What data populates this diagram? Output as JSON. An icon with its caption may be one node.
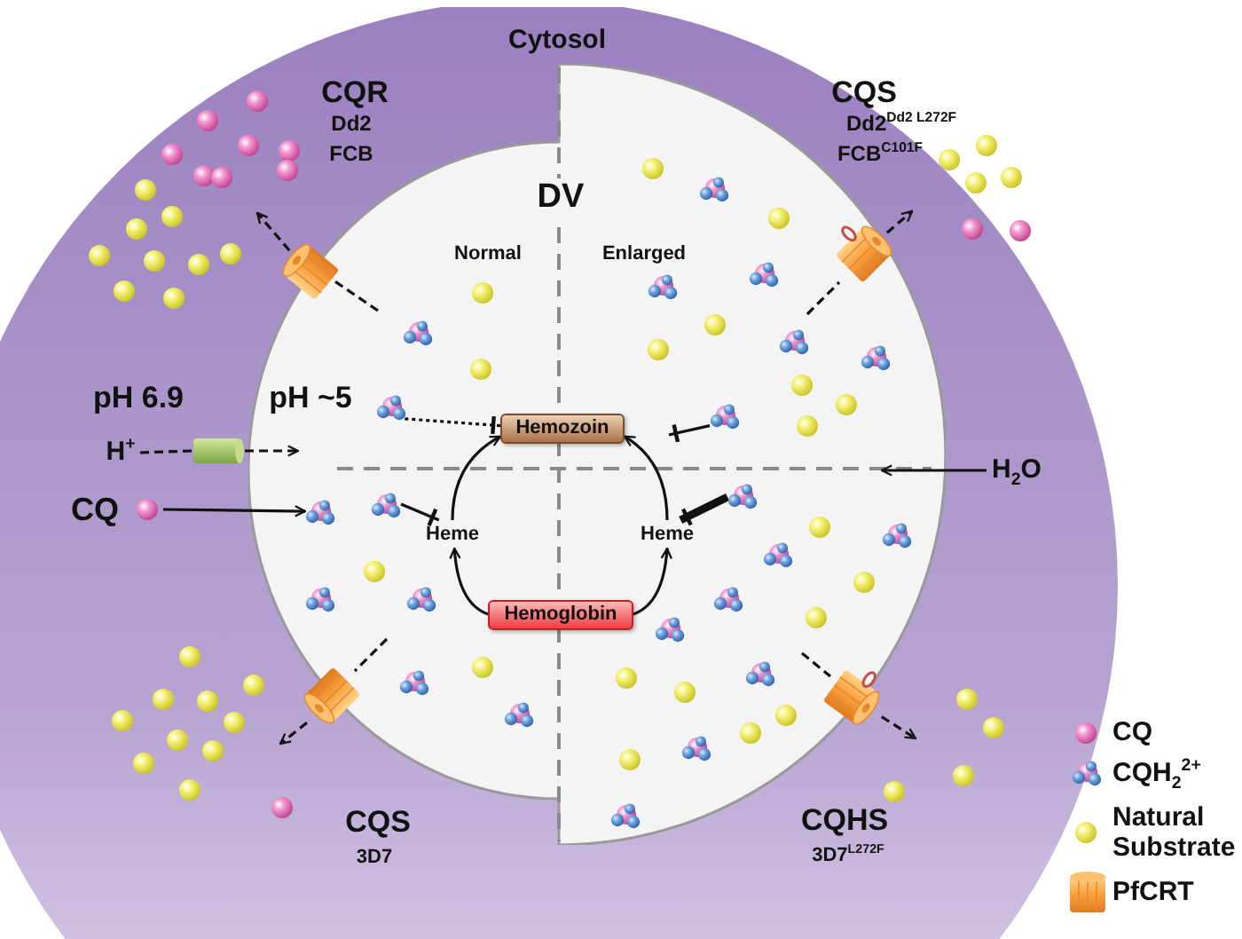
{
  "diagram": {
    "nodes": [
      {
        "text": [
          "Cytosol"
        ]
      },
      {
        "text": [
          "DV"
        ],
        "in": 0
      },
      {
        "text": [
          "Hemozoin"
        ],
        "in": 1
      },
      {
        "text": [
          "Hemoglobin"
        ],
        "in": 1
      },
      {
        "text": [
          "Heme"
        ],
        "in": 1
      },
      {
        "text": [
          "Heme"
        ],
        "in": 1
      },
      {
        "text": [
          "CQ"
        ],
        "in": 0
      },
      {
        "text": [],
        "shape": "picture",
        "in": 1
      },
      {
        "text": [
          "H$^{+}$"
        ],
        "in": 0
      },
      {
        "text": [],
        "shape": "cylinder",
        "in": 0
      },
      {
        "text": [
          "H$_{2}$O"
        ],
        "in": 0
      },
      {
        "text": [],
        "shape": "picture",
        "in": 1
      },
      {
        "text": [],
        "shape": "picture",
        "in": 1
      },
      {
        "text": [],
        "shape": "picture",
        "in": 1
      },
      {
        "text": [],
        "shape": "picture",
        "in": 1
      },
      {
        "text": [],
        "shape": "picture",
        "in": 1
      },
      {
        "text": [],
        "shape": "picture",
        "in": 1
      },
      {
        "text": [],
        "shape": "picture",
        "in": 1
      },
      {
        "text": [],
        "shape": "picture",
        "in": 1
      }
    ],
    "edges": [
      {
        "from": 3,
        "to": 4,
        "arrow": "to"
      },
      {
        "from": 3,
        "to": 5,
        "arrow": "to"
      },
      {
        "from": 4,
        "to": 2,
        "arrow": "to"
      },
      {
        "from": 5,
        "to": 2,
        "arrow": "to"
      },
      {
        "from": 6,
        "to": 7,
        "arrow": "to"
      },
      {
        "from": 8,
        "to": 9,
        "arrow": "none",
        "style": "dashed"
      },
      {
        "from": 9,
        "to": null,
        "arrow": "to",
        "style": "dashed"
      },
      {
        "from": 10,
        "to": null,
        "arrow": "to"
      },
      {
        "from": 11,
        "to": 2,
        "arrow": "other",
        "style": "dashed"
      },
      {
        "from": 12,
        "to": 4,
        "arrow": "other"
      },
      {
        "from": 13,
        "to": null,
        "arrow": "other"
      },
      {
        "from": 14,
        "to": 5,
        "arrow": "other",
        "style": "thick"
      },
      {
        "from": 15,
        "to": null,
        "arrow": "to",
        "style": "dashed"
      },
      {
        "from": 16,
        "to": null,
        "arrow": "to",
        "style": "dashed"
      },
      {
        "from": 17,
        "to": null,
        "arrow": "to",
        "style": "dashed"
      },
      {
        "from": 18,
        "to": null,
        "arrow": "to",
        "style": "dashed"
      }
    ],
    "labels": [
      "CQR",
      "Dd2",
      "FCB",
      "CQS",
      "Dd2$^{Dd2 L272F}$",
      "FCB$^{C101F}$",
      "Normal",
      "Enlarged",
      "pH 6.9",
      "pH ~5",
      "CQS",
      "3D7",
      "CQHS",
      "3D7$^{L272F}$"
    ],
    "legend": [
      {
        "text": "CQ"
      },
      {
        "text": "CQH$_{2}$$^{2+}$"
      },
      {
        "text": "Natural Substrate"
      },
      {
        "text": "PfCRT"
      }
    ]
  }
}
